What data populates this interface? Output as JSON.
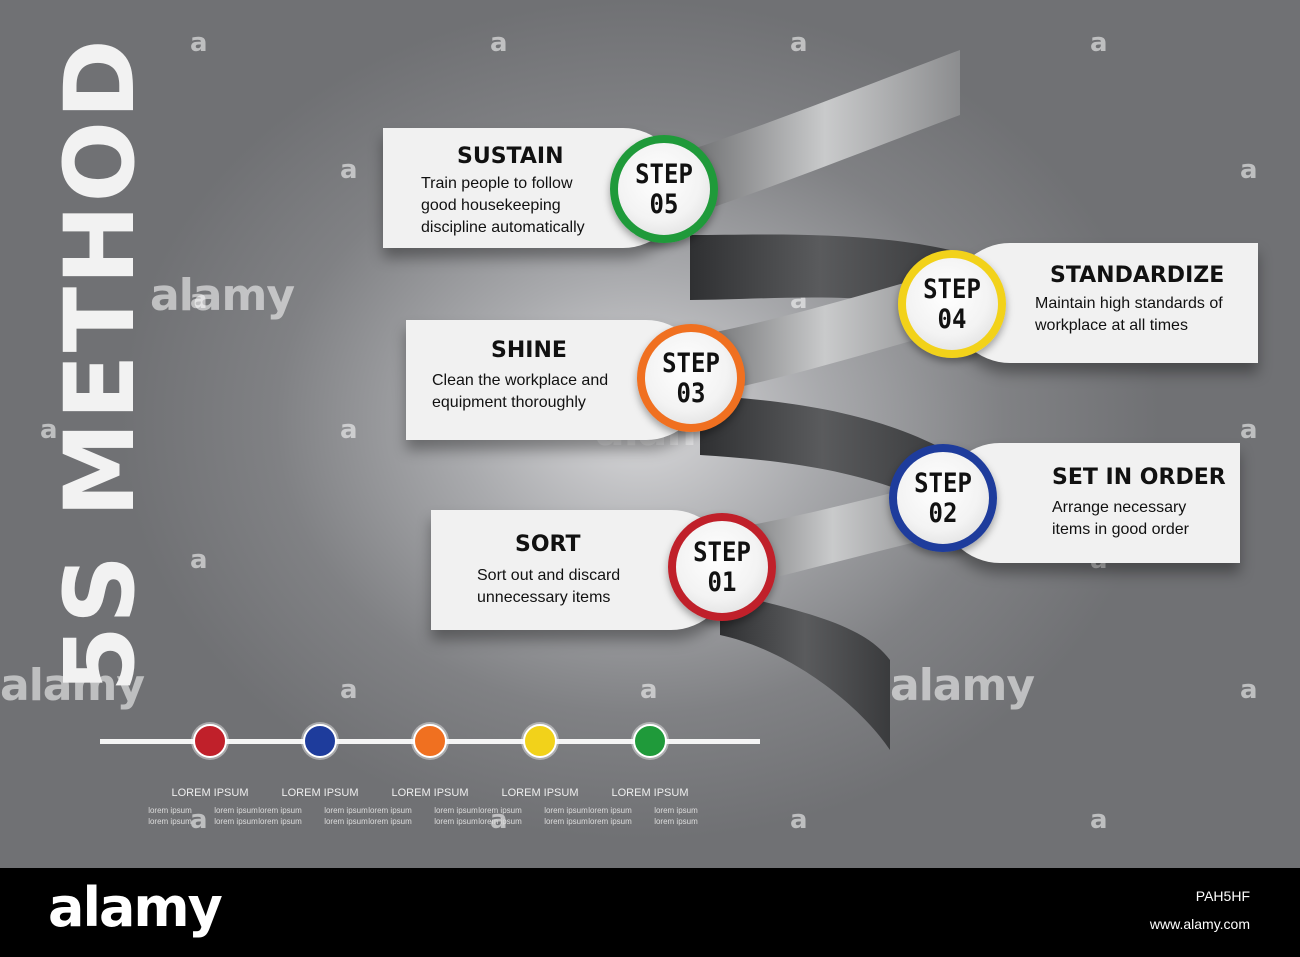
{
  "title": "5S METHOD",
  "steps": [
    {
      "step_label": "STEP",
      "number": "01",
      "name": "SORT",
      "desc_line1": "Sort out and discard",
      "desc_line2": "unnecessary items",
      "color": "#c0202a"
    },
    {
      "step_label": "STEP",
      "number": "02",
      "name": "SET IN ORDER",
      "desc_line1": "Arrange necessary",
      "desc_line2": "items in good order",
      "color": "#1e3c9c"
    },
    {
      "step_label": "STEP",
      "number": "03",
      "name": "SHINE",
      "desc_line1": "Clean the workplace and",
      "desc_line2": "equipment thoroughly",
      "color": "#f07020"
    },
    {
      "step_label": "STEP",
      "number": "04",
      "name": "STANDARDIZE",
      "desc_line1": "Maintain high standards of",
      "desc_line2": "workplace at all times",
      "color": "#f2d21a"
    },
    {
      "step_label": "STEP",
      "number": "05",
      "name": "SUSTAIN",
      "desc_line1": "Train people to follow",
      "desc_line2": "good housekeeping",
      "desc_line3": "discipline automatically",
      "color": "#1f9a3a"
    }
  ],
  "timeline": [
    {
      "color": "#c0202a",
      "heading": "LOREM IPSUM",
      "sub1": "lorem ipsum",
      "sub2": "lorem ipsum",
      "sub3": "lorem ipsum",
      "sub4": "lorem ipsum"
    },
    {
      "color": "#1e3c9c",
      "heading": "LOREM IPSUM",
      "sub1": "lorem ipsum",
      "sub2": "lorem ipsum",
      "sub3": "lorem ipsum",
      "sub4": "lorem ipsum"
    },
    {
      "color": "#f07020",
      "heading": "LOREM IPSUM",
      "sub1": "lorem ipsum",
      "sub2": "lorem ipsum",
      "sub3": "lorem ipsum",
      "sub4": "lorem ipsum"
    },
    {
      "color": "#f2d21a",
      "heading": "LOREM IPSUM",
      "sub1": "lorem ipsum",
      "sub2": "lorem ipsum",
      "sub3": "lorem ipsum",
      "sub4": "lorem ipsum"
    },
    {
      "color": "#1f9a3a",
      "heading": "LOREM IPSUM",
      "sub1": "lorem ipsum",
      "sub2": "lorem ipsum",
      "sub3": "lorem ipsum",
      "sub4": "lorem ipsum"
    }
  ],
  "watermark": {
    "small": "a",
    "big": "alamy"
  },
  "footer": {
    "logo": "alamy",
    "image_id": "PAH5HF",
    "url": "www.alamy.com"
  }
}
